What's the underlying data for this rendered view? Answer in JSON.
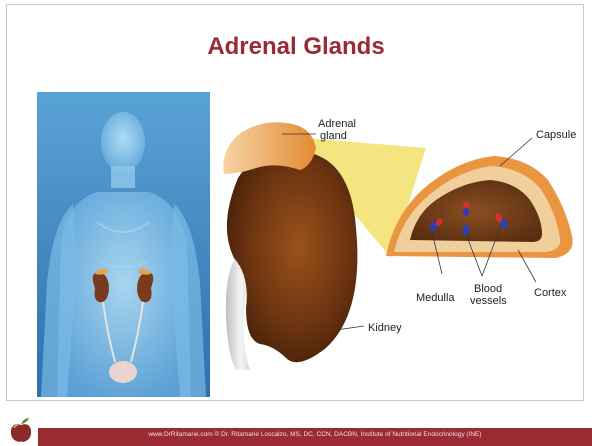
{
  "slide": {
    "title": "Adrenal Glands"
  },
  "diagram": {
    "labels": {
      "adrenal_gland_line1": "Adrenal",
      "adrenal_gland_line2": "gland",
      "capsule": "Capsule",
      "medulla": "Medulla",
      "blood_vessels_line1": "Blood",
      "blood_vessels_line2": "vessels",
      "cortex": "Cortex",
      "kidney": "Kidney"
    }
  },
  "footer": {
    "text": "www.DrRitamarie.com   © Dr. Ritamarie Loscalzo, MS, DC, CCN, DACBN, Institute of Nutritional Endocrinology (INE)"
  },
  "colors": {
    "title": "#9b2b33",
    "footer_bar": "#9b2b33",
    "kidney": "#6b3410",
    "adrenal": "#f0a04a",
    "body_blue": "#7ec4ea"
  }
}
